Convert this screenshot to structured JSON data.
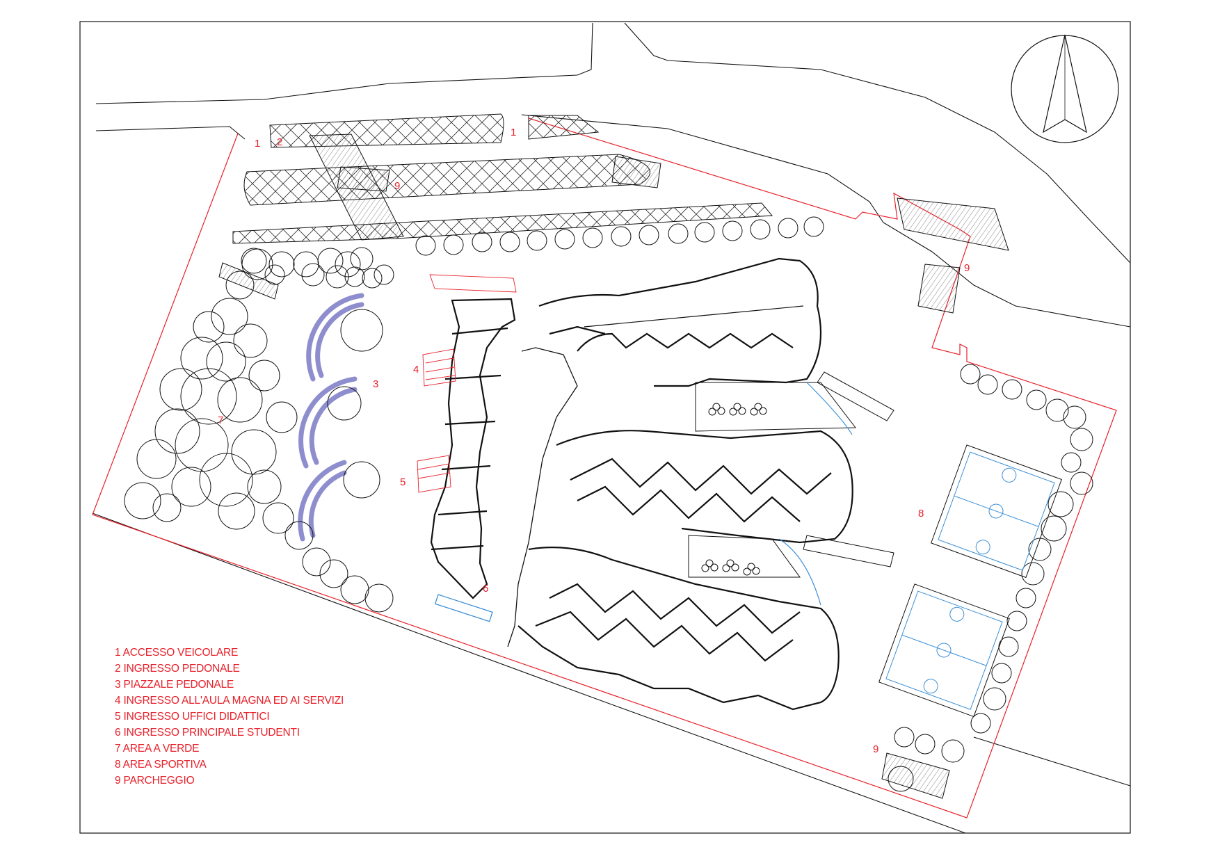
{
  "colors": {
    "ink": "#111111",
    "label": "#e8202a",
    "boundary": "#e8202a",
    "amphitheatre": "#8e8ecf",
    "water": "#3b8fd6",
    "line_gray": "#777777"
  },
  "icons": {
    "north_arrow": "north-arrow-icon"
  },
  "markers": [
    {
      "id": "m1a",
      "text": "1"
    },
    {
      "id": "m1b",
      "text": "1"
    },
    {
      "id": "m2",
      "text": "2"
    },
    {
      "id": "m9a",
      "text": "9"
    },
    {
      "id": "m9b",
      "text": "9"
    },
    {
      "id": "m9c",
      "text": "9"
    },
    {
      "id": "m3",
      "text": "3"
    },
    {
      "id": "m4",
      "text": "4"
    },
    {
      "id": "m5",
      "text": "5"
    },
    {
      "id": "m6",
      "text": "6"
    },
    {
      "id": "m7",
      "text": "7"
    },
    {
      "id": "m8",
      "text": "8"
    }
  ],
  "legend": [
    "1 ACCESSO VEICOLARE",
    "2 INGRESSO PEDONALE",
    "3 PIAZZALE PEDONALE",
    "4 INGRESSO ALL'AULA MAGNA ED AI SERVIZI",
    "5 INGRESSO UFFICI DIDATTICI",
    "6 INGRESSO PRINCIPALE STUDENTI",
    "7 AREA A VERDE",
    "8 AREA SPORTIVA",
    "9 PARCHEGGIO"
  ]
}
